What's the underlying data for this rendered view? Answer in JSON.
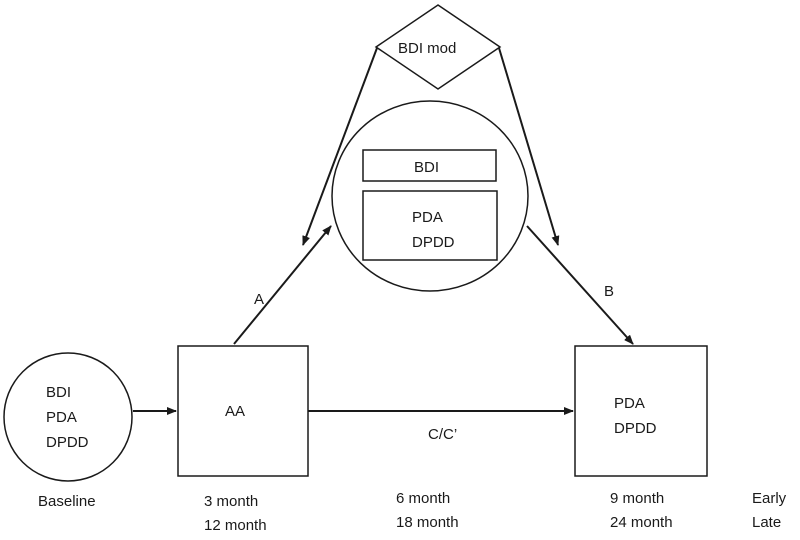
{
  "baseline": {
    "lines": [
      "BDI",
      "PDA",
      "DPDD"
    ]
  },
  "aa_box": {
    "label": "AA"
  },
  "outcome_box": {
    "lines": [
      "PDA",
      "DPDD"
    ]
  },
  "moderator": {
    "label": "BDI mod"
  },
  "mediator": {
    "top_label": "BDI",
    "lines": [
      "PDA",
      "DPDD"
    ]
  },
  "paths": {
    "a": "A",
    "b": "B",
    "c": "C/C’"
  },
  "timeline": {
    "baseline": "Baseline",
    "t1": {
      "early": "3 month",
      "late": "12 month"
    },
    "t2": {
      "early": "6 month",
      "late": "18 month"
    },
    "t3": {
      "early": "9 month",
      "late": "24 month"
    },
    "phase": {
      "early": "Early",
      "late": "Late"
    }
  },
  "colors": {
    "stroke": "#1a1a1a",
    "text": "#1a1a1a"
  }
}
